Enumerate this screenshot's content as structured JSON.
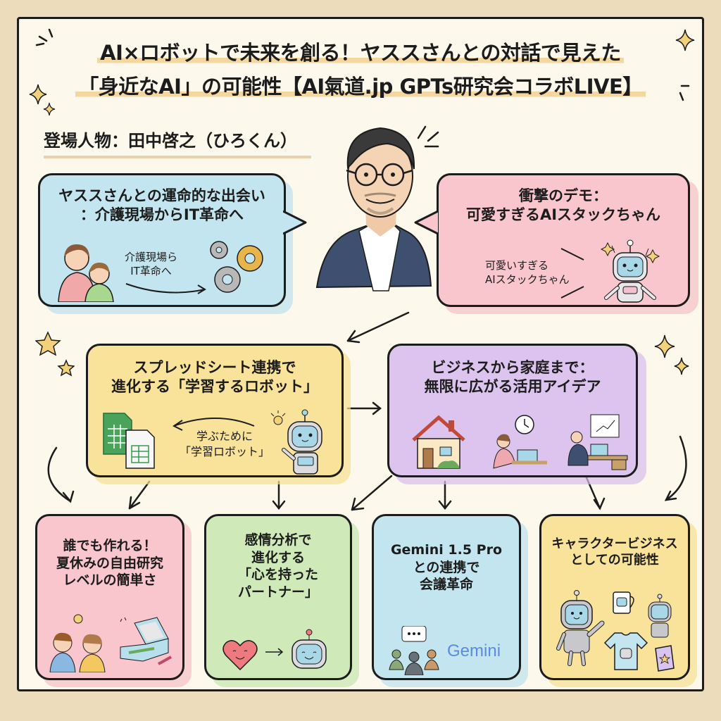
{
  "title": {
    "line1": "AI×ロボットで未来を創る！ヤススさんとの対話で見えた",
    "line2": "「身近なAI」の可能性【AI氣道.jp GPTs研究会コラボLIVE】"
  },
  "cast_label": "登場人物：田中啓之（ひろくん）",
  "colors": {
    "background": "#ecdcbc",
    "paper": "#fcf8ec",
    "blue": "#c3e5f0",
    "pink": "#f8c6cc",
    "yellow": "#f9e39a",
    "purple": "#dcc4ef",
    "green": "#cfe9b8",
    "outline": "#1c1c1c"
  },
  "boxes": {
    "meeting": {
      "title_line1": "ヤススさんとの運命的な出会い",
      "title_line2": "：介護現場からIT革命へ",
      "label_line1": "介護現場ら",
      "label_line2": "IT革命へ",
      "icons": [
        "caregiver-child-icon",
        "gears-icon"
      ]
    },
    "demo": {
      "title_line1": "衝撃のデモ：",
      "title_line2": "可愛すぎるAIスタックちゃん",
      "label_line1": "可愛いすぎる",
      "label_line2": "AIスタックちゃん",
      "icons": [
        "cute-robot-icon"
      ]
    },
    "spreadsheet": {
      "title_line1": "スプレッドシート連携で",
      "title_line2": "進化する「学習するロボット」",
      "label_line1": "学ぶために",
      "label_line2": "「学習ロボット」",
      "icons": [
        "spreadsheet-icon",
        "robot-lightbulb-icon"
      ]
    },
    "business": {
      "title_line1": "ビジネスから家庭まで：",
      "title_line2": "無限に広がる活用アイデア",
      "icons": [
        "house-icon",
        "woman-laptop-icon",
        "office-worker-icon"
      ]
    },
    "easy": {
      "title_line1": "誰でも作れる！",
      "title_line2": "夏休みの自由研究",
      "title_line3": "レベルの簡単さ",
      "icons": [
        "kids-icon",
        "kit-box-icon"
      ]
    },
    "emotion": {
      "title_line1": "感情分析で",
      "title_line2": "進化する",
      "title_line3": "「心を持った",
      "title_line4": "パートナー」",
      "icons": [
        "heart-face-icon",
        "robot-face-icon"
      ]
    },
    "gemini": {
      "title_line1": "Gemini 1.5 Pro",
      "title_line2": "との連携で",
      "title_line3": "会議革命",
      "logo_text": "Gemini",
      "icons": [
        "meeting-people-icon",
        "gemini-logo"
      ]
    },
    "character": {
      "title_line1": "キャラクタービジネス",
      "title_line2": "としての可能性",
      "icons": [
        "robot-waving-icon",
        "mug-icon",
        "small-robot-icon",
        "tshirt-icon",
        "pouch-icon"
      ]
    }
  }
}
